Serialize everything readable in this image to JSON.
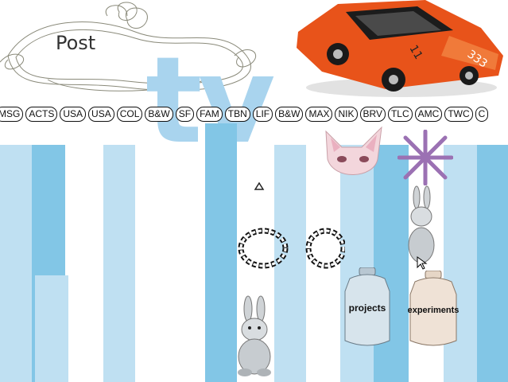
{
  "header": {
    "post_label": "Post",
    "logo_text": "tv"
  },
  "channels": [
    "MSG",
    "ACTS",
    "USA",
    "USA",
    "COL",
    "B&W",
    "SF",
    "FAM",
    "TBN",
    "LIF",
    "B&W",
    "MAX",
    "NIK",
    "BRV",
    "TLC",
    "AMC",
    "TWC",
    "C"
  ],
  "jars": {
    "projects_label": "projects",
    "experiments_label": "experiments"
  },
  "colors": {
    "stripe_light": "#bfe0f2",
    "stripe_mid": "#82c6e6",
    "logo": "#a9d4ee",
    "car": "#e8531a",
    "starburst": "#9b71b3"
  }
}
